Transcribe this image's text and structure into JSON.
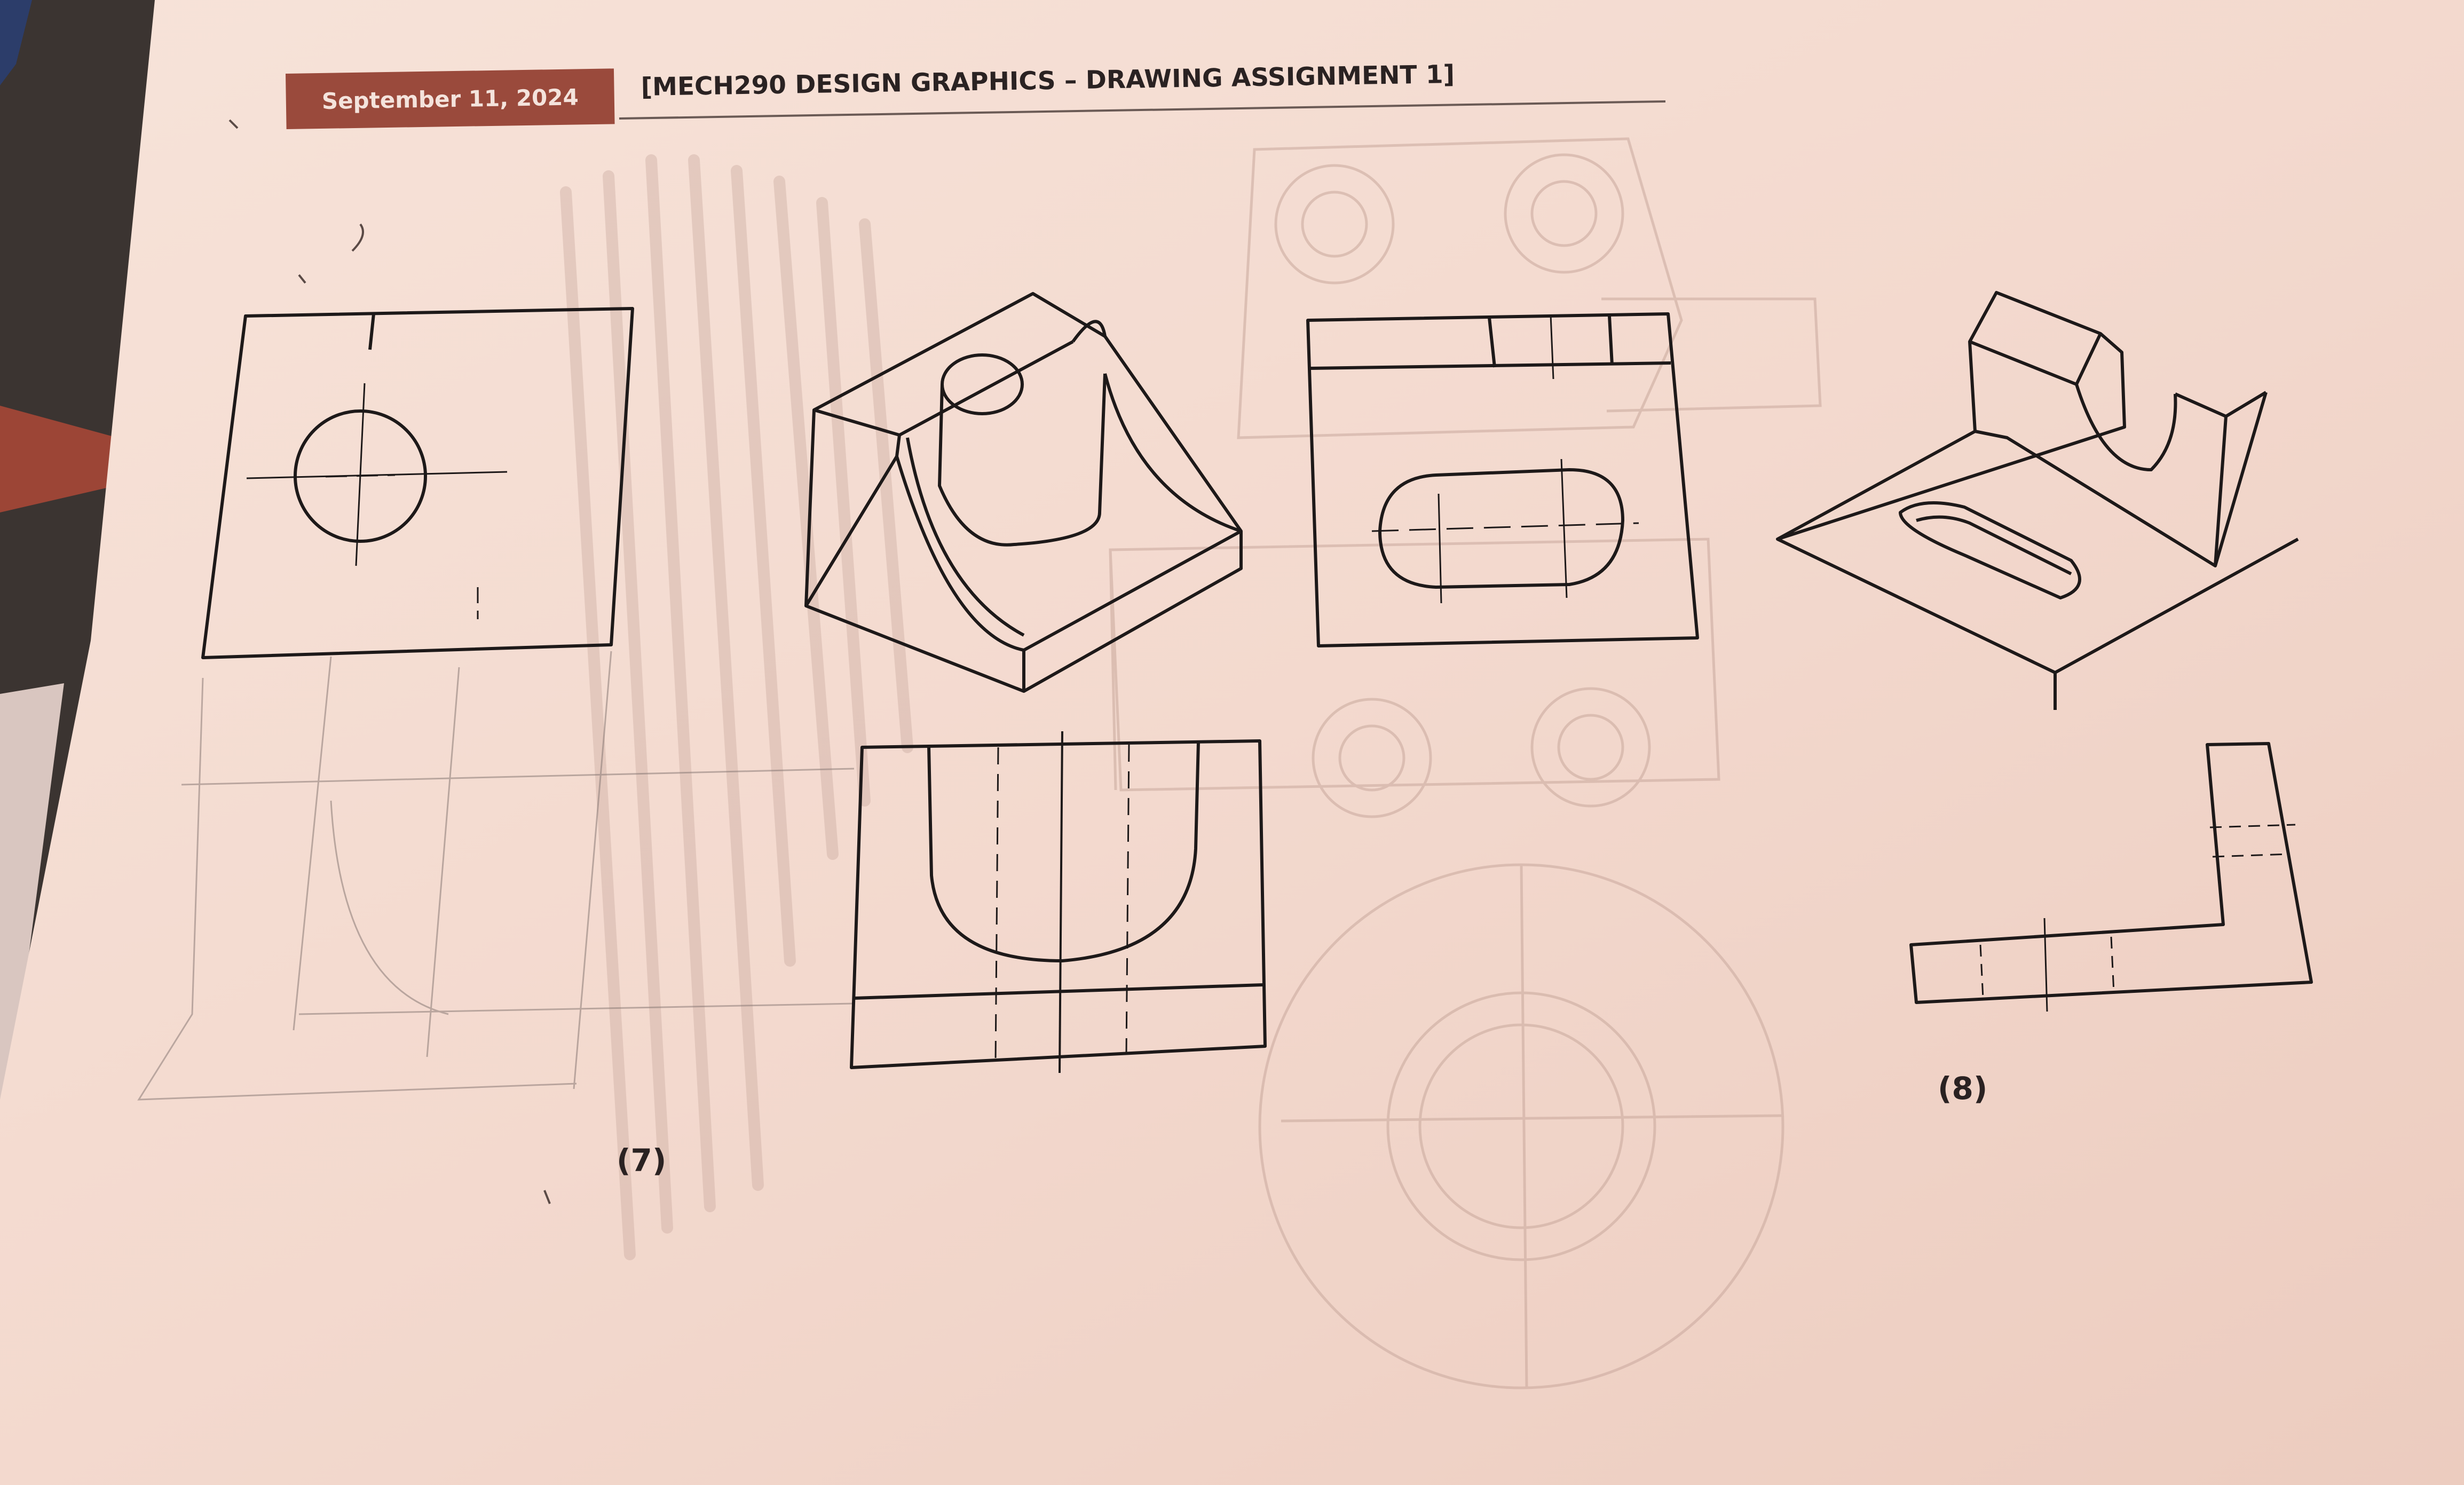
{
  "header": {
    "date": "September 11, 2024",
    "title": "[MECH290 DESIGN GRAPHICS – DRAWING ASSIGNMENT 1]"
  },
  "figures": [
    {
      "label": "(7)"
    },
    {
      "label": "(8)"
    }
  ],
  "colors": {
    "paper": "#f4dcd2",
    "ink": "#1d1919",
    "header_band": "#9a4a3c",
    "background": "#3a3330"
  }
}
